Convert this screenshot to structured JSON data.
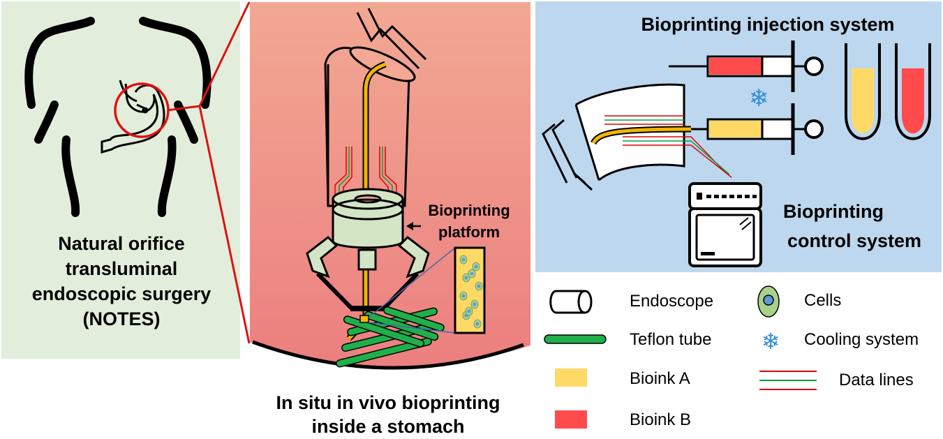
{
  "colors": {
    "left_panel_bg": "#e2eedb",
    "center_panel_top": "#f2a893",
    "center_panel_bottom": "#ec7f7f",
    "right_panel_bg": "#bdd7ee",
    "bioink_a": "#ffd966",
    "bioink_b": "#ff4b4b",
    "teflon_tube": "#1fb04a",
    "data_line_red": "#e00000",
    "data_line_green": "#00a040",
    "yellow_tube": "#f2b600",
    "platform_fill": "#d3e5c4",
    "cell_fill": "#a9d18e",
    "cell_nucleus": "#5b9bd5",
    "snowflake": "#2f8fd8",
    "zoom_circle": "#e01010"
  },
  "left_panel": {
    "title_lines": [
      "Natural orifice",
      "transluminal",
      "endoscopic surgery",
      "(NOTES)"
    ]
  },
  "center_panel": {
    "platform_label_lines": [
      "Bioprinting",
      "platform"
    ],
    "caption_lines": [
      "In situ in vivo bioprinting",
      "inside a stomach"
    ]
  },
  "right_panel": {
    "injection_title": "Bioprinting injection system",
    "control_title_lines": [
      "Bioprinting",
      "control system"
    ]
  },
  "legend": {
    "endoscope": "Endoscope",
    "teflon_tube": "Teflon tube",
    "bioink_a": "Bioink A",
    "bioink_b": "Bioink B",
    "cells": "Cells",
    "cooling_system": "Cooling system",
    "data_lines": "Data lines"
  },
  "icons": {
    "cooling": "snowflake-icon",
    "control": "control-unit-icon",
    "endoscope": "endoscope-icon"
  }
}
